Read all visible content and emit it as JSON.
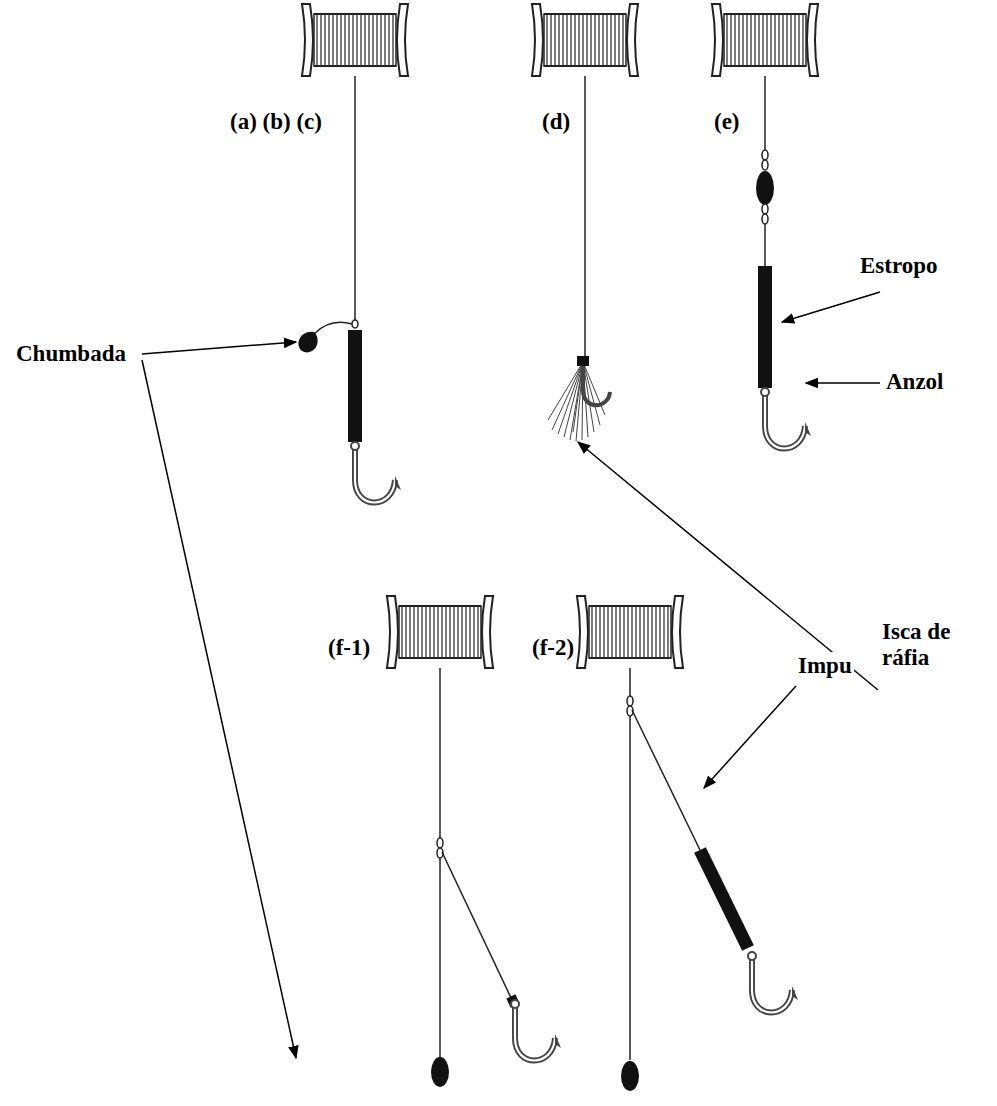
{
  "diagram": {
    "labels": [
      "(a) (b) (c)",
      "(d)",
      "(e)",
      "Estropo",
      "Chumbada",
      "Anzol",
      "Isca de ráfia",
      "(f-1)",
      "(f-2)",
      "Impu"
    ]
  }
}
